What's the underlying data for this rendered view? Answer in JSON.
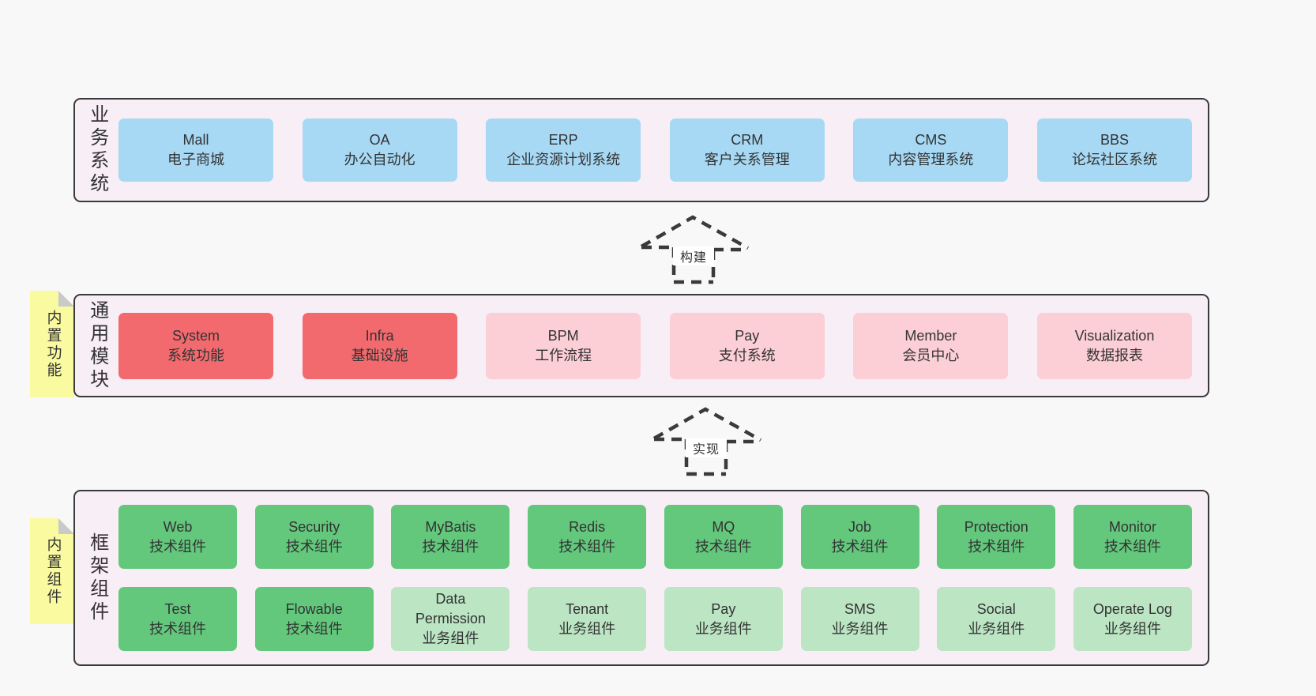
{
  "layers": {
    "business": {
      "side_label": "业务系统",
      "boxes": [
        {
          "title": "Mall",
          "subtitle": "电子商城"
        },
        {
          "title": "OA",
          "subtitle": "办公自动化"
        },
        {
          "title": "ERP",
          "subtitle": "企业资源计划系统"
        },
        {
          "title": "CRM",
          "subtitle": "客户关系管理"
        },
        {
          "title": "CMS",
          "subtitle": "内容管理系统"
        },
        {
          "title": "BBS",
          "subtitle": "论坛社区系统"
        }
      ]
    },
    "modules": {
      "side_label": "通用模块",
      "sticky_note": "内置功能",
      "boxes": [
        {
          "title": "System",
          "subtitle": "系统功能"
        },
        {
          "title": "Infra",
          "subtitle": "基础设施"
        },
        {
          "title": "BPM",
          "subtitle": "工作流程"
        },
        {
          "title": "Pay",
          "subtitle": "支付系统"
        },
        {
          "title": "Member",
          "subtitle": "会员中心"
        },
        {
          "title": "Visualization",
          "subtitle": "数据报表"
        }
      ]
    },
    "components": {
      "side_label": "框架组件",
      "sticky_note": "内置组件",
      "row1": [
        {
          "title": "Web",
          "subtitle": "技术组件"
        },
        {
          "title": "Security",
          "subtitle": "技术组件"
        },
        {
          "title": "MyBatis",
          "subtitle": "技术组件"
        },
        {
          "title": "Redis",
          "subtitle": "技术组件"
        },
        {
          "title": "MQ",
          "subtitle": "技术组件"
        },
        {
          "title": "Job",
          "subtitle": "技术组件"
        },
        {
          "title": "Protection",
          "subtitle": "技术组件"
        },
        {
          "title": "Monitor",
          "subtitle": "技术组件"
        }
      ],
      "row2": [
        {
          "title": "Test",
          "subtitle": "技术组件"
        },
        {
          "title": "Flowable",
          "subtitle": "技术组件"
        },
        {
          "title": "Data Permission",
          "subtitle": "业务组件"
        },
        {
          "title": "Tenant",
          "subtitle": "业务组件"
        },
        {
          "title": "Pay",
          "subtitle": "业务组件"
        },
        {
          "title": "SMS",
          "subtitle": "业务组件"
        },
        {
          "title": "Social",
          "subtitle": "业务组件"
        },
        {
          "title": "Operate Log",
          "subtitle": "业务组件"
        }
      ]
    }
  },
  "arrows": {
    "build": "构建",
    "implement": "实现"
  },
  "colors": {
    "page_bg": "#f8f8f8",
    "layer_bg": "#f8eef6",
    "layer_border": "#3a3a3a",
    "business_box": "#a7d9f4",
    "core_module_box": "#f26a6e",
    "optional_module_box": "#fccfd6",
    "tech_component_box": "#63c77c",
    "biz_component_box": "#bce5c4",
    "sticky_note_bg": "#fafaa0",
    "sticky_fold": "#c9c9c9"
  }
}
